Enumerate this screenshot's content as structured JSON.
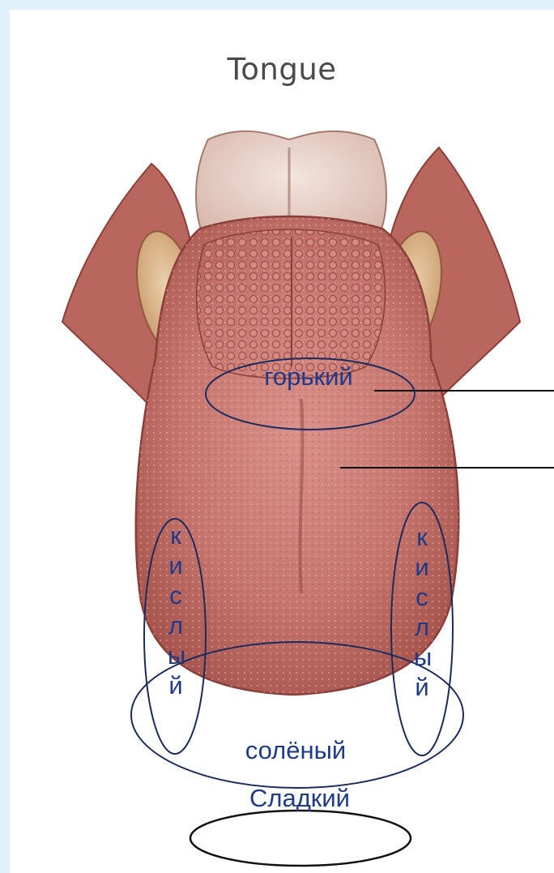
{
  "diagram": {
    "title": "Tongue",
    "zones": {
      "bitter": "горький",
      "salty": "солёный",
      "sweet": "Сладкий",
      "sour_left": "кислый",
      "sour_right": "кислый"
    }
  },
  "colors": {
    "page_border": "#dff0fb",
    "label_text": "#1f3a8a",
    "ellipse_blue": "#1a2b5e",
    "ellipse_black": "#111111",
    "tongue_base": "#c87870",
    "tongue_dark": "#a35a55",
    "epiglottis": "#e8d6cf",
    "tonsil": "#d9b38a",
    "lateral_tissue": "#b8665e"
  }
}
